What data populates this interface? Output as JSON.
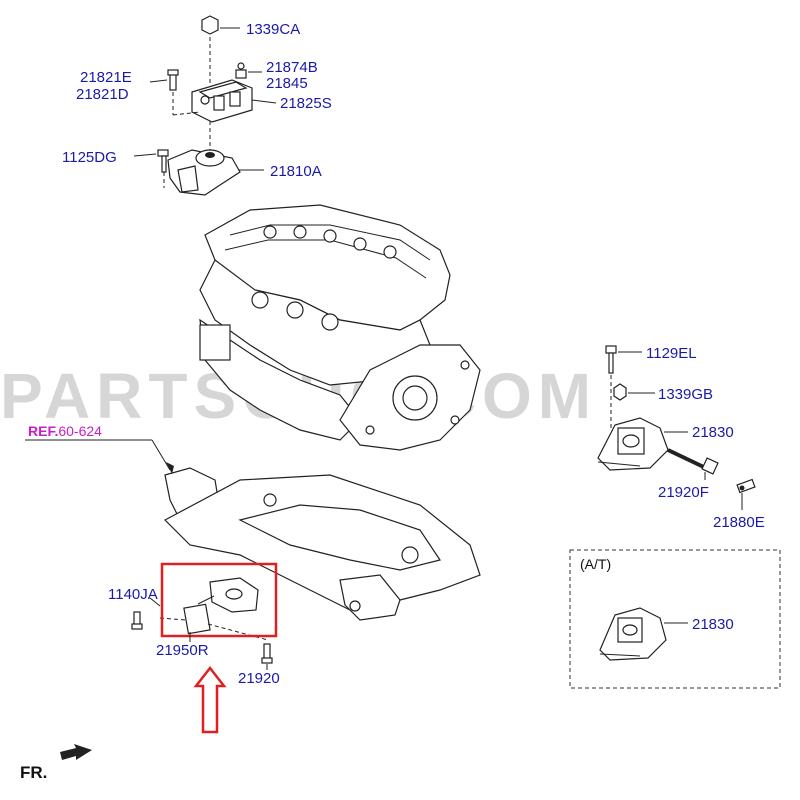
{
  "watermark": "PARTSOUQ.COM",
  "reference": {
    "prefix": "REF.",
    "number": "60-624"
  },
  "variant_label": "(A/T)",
  "front_marker": "FR.",
  "colors": {
    "part_label": "#1a1aa8",
    "reference": "#c81ec8",
    "highlight": "#e02020",
    "line": "#222222"
  },
  "part_labels": {
    "p1339CA": "1339CA",
    "p21874B": "21874B",
    "p21845": "21845",
    "p21821E": "21821E",
    "p21821D": "21821D",
    "p21825S": "21825S",
    "p1125DG": "1125DG",
    "p21810A": "21810A",
    "p1129EL": "1129EL",
    "p1339GB": "1339GB",
    "p21830": "21830",
    "p21920F": "21920F",
    "p21880E": "21880E",
    "p1140JA": "1140JA",
    "p21950R": "21950R",
    "p21920": "21920",
    "p21830_at": "21830"
  }
}
